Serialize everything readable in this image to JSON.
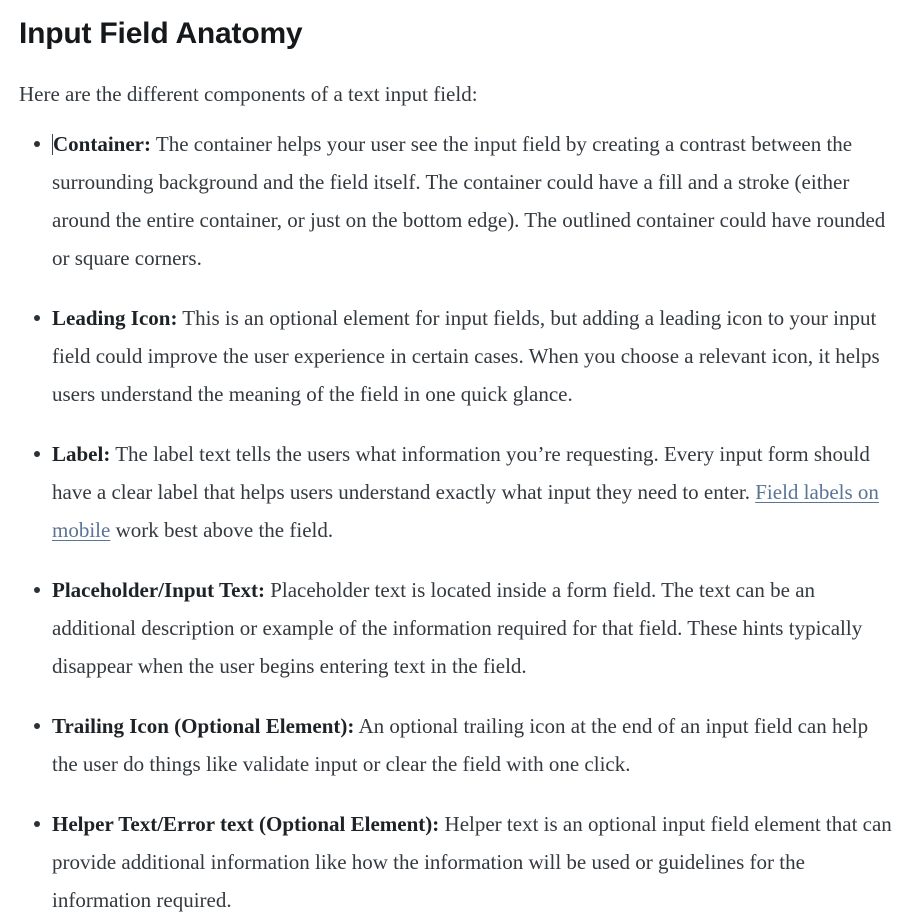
{
  "page": {
    "title": "Input Field Anatomy",
    "intro": "Here are the different components of a text input field:",
    "background_color": "#ffffff",
    "text_color": "#33393f",
    "heading_color": "#16191c",
    "link_color": "#5a7496"
  },
  "bullets": [
    {
      "term": "Container:",
      "text_before_link": " The container helps your user see the input field by creating a contrast between the surrounding background and the field itself. The container could have a fill and a stroke (either around the entire container, or just on the bottom edge). The outlined container could have rounded or square corners.",
      "link_text": "",
      "text_after_link": "",
      "has_caret": true
    },
    {
      "term": "Leading Icon:",
      "text_before_link": " This is an optional element for input fields, but adding a leading icon to your input field could improve the user experience in certain cases. When you choose a relevant icon, it helps users understand the meaning of the field in one quick glance.",
      "link_text": "",
      "text_after_link": "",
      "has_caret": false
    },
    {
      "term": "Label:",
      "text_before_link": " The label text tells the users what information you’re requesting. Every input form should have a clear label that helps users understand exactly what input they need to enter. ",
      "link_text": "Field labels on mobile",
      "text_after_link": " work best above the field.",
      "has_caret": false
    },
    {
      "term": "Placeholder/Input Text:",
      "text_before_link": " Placeholder text is located inside a form field. The text can be an additional description or example of the information required for that field. These hints typically disappear when the user begins entering text in the field.",
      "link_text": "",
      "text_after_link": "",
      "has_caret": false
    },
    {
      "term": "Trailing Icon (Optional Element):",
      "text_before_link": " An optional trailing icon at the end of an input field can help the user do things like validate input or clear the field with one click.",
      "link_text": "",
      "text_after_link": "",
      "has_caret": false
    },
    {
      "term": "Helper Text/Error text (Optional Element):",
      "text_before_link": " Helper text is an optional input field element that can provide additional information like how the information will be used or guidelines for the information required.",
      "link_text": "",
      "text_after_link": "",
      "has_caret": false
    }
  ]
}
